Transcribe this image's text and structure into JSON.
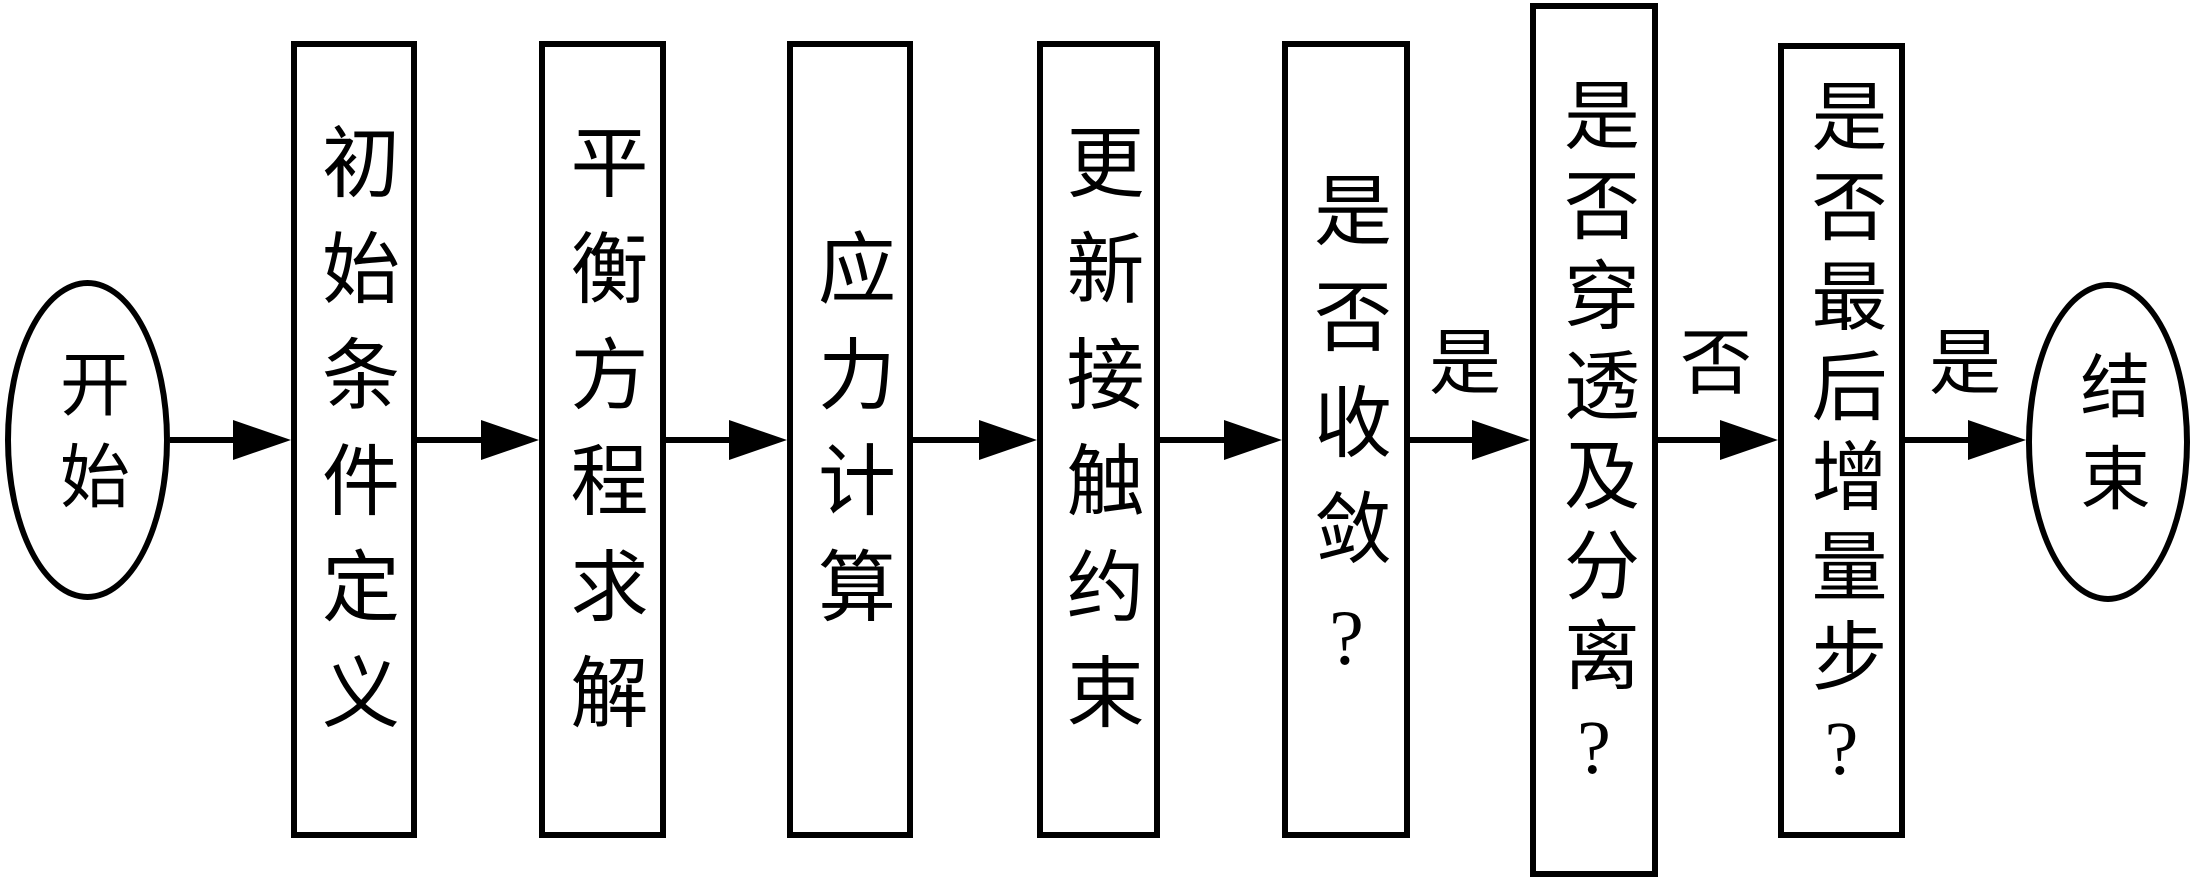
{
  "flowchart": {
    "start": {
      "label": "开始"
    },
    "end": {
      "label": "结束"
    },
    "steps": [
      {
        "label": "初始条件定义"
      },
      {
        "label": "平衡方程求解"
      },
      {
        "label": "应力计算"
      },
      {
        "label": "更新接触约束"
      },
      {
        "label": "是否收敛?"
      },
      {
        "label": "是否穿透及分离?"
      },
      {
        "label": "是否最后增量步?"
      }
    ],
    "edge_labels": [
      "是",
      "否",
      "是"
    ],
    "colors": {
      "stroke": "#000000",
      "background": "#ffffff"
    }
  }
}
